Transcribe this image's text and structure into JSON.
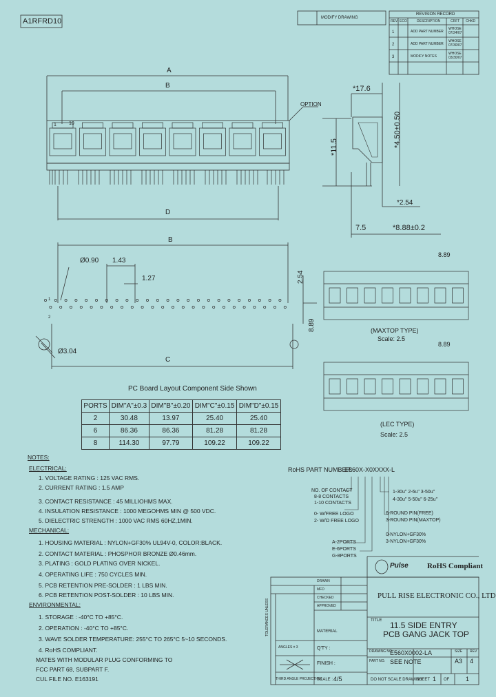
{
  "drawing_id": "A1RFRD10",
  "top_box": {
    "modify_label": "MODIFY DRAWING",
    "revision_record": "REVISION RECORD"
  },
  "revision": {
    "headers": [
      "REV",
      "ECO",
      "DESCRIPTION",
      "CRFT",
      "CHKD"
    ],
    "rows": [
      {
        "rev": "1",
        "desc": "ADD PART NUMBER",
        "crft": "WHOSE",
        "date": "07/24/07"
      },
      {
        "rev": "2",
        "desc": "ADD PART NUMBER",
        "crft": "WHOSE",
        "date": "07/30/07"
      },
      {
        "rev": "3",
        "desc": "MODIFY NOTES",
        "crft": "WHOSE",
        "date": "03/30/07"
      }
    ]
  },
  "dims": {
    "A": "A",
    "B": "B",
    "D": "D",
    "C": "C",
    "B2": "B",
    "one": "1",
    "ten": "10",
    "option": "OPTION",
    "d176": "*17.6",
    "d450": "*4.50±0.50",
    "d115": "*11.5",
    "d254": "*2.54",
    "d75": "7.5",
    "d888": "*8.88±0.2",
    "d090": "Ø0.90",
    "d143": "1.43",
    "d127": "1.27",
    "d254b": "2.54",
    "d889": "8.89",
    "d304": "Ø3.04",
    "d889top": "8.89",
    "d889b": "8.89",
    "two": "2",
    "one_b": "1"
  },
  "view_labels": {
    "maxtop": "(MAXTOP TYPE)",
    "scale1": "Scale: 2.5",
    "lec": "(LEC TYPE)",
    "scale2": "Scale: 2.5"
  },
  "dim_table": {
    "title": "PC Board Layout Component Side Shown",
    "headers": [
      "PORTS",
      "DIM\"A\"±0.3",
      "DIM\"B\"±0.20",
      "DIM\"C\"±0.15",
      "DIM\"D\"±0.15"
    ],
    "rows": [
      [
        "2",
        "30.48",
        "13.97",
        "25.40",
        "25.40"
      ],
      [
        "6",
        "86.36",
        "86.36",
        "81.28",
        "81.28"
      ],
      [
        "8",
        "114.30",
        "97.79",
        "109.22",
        "109.22"
      ]
    ]
  },
  "notes": [
    "NOTES:",
    "ELECTRICAL:",
    "1. VOLTAGE RATING           : 125 VAC RMS.",
    "2. CURRENT RATING           : 1.5 AMP",
    "3. CONTACT RESISTANCE   : 45 MILLIOHMS MAX.",
    "4. INSULATION RESISTANCE : 1000 MEGOHMS MIN @ 500 VDC.",
    "5. DIELECTRIC STRENGTH  : 1000 VAC RMS 60HZ,1MIN.",
    "MECHANICAL:",
    "1. HOUSING MATERIAL : NYLON+GF30% UL94V-0, COLOR:BLACK.",
    "2. CONTACT MATERIAL : PHOSPHOR BRONZE Ø0.46mm.",
    "3. PLATING              : GOLD PLATING OVER NICKEL.",
    "4. OPERATING LIFE   : 750 CYCLES MIN.",
    "5. PCB RETENTION PRE-SOLDER   : 1 LBS MIN.",
    "6. PCB RETENTION POST-SOLDER : 10 LBS MIN.",
    "ENVIRONMENTAL:",
    "1. STORAGE            : -40°C TO +85°C.",
    "2. OPERATION        : -40°C TO +85°C.",
    "3. WAVE SOLDER TEMPERATURE: 255°C TO 265°C 5~10 SECONDS.",
    "4. RoHS COMPLIANT.",
    "MATES WITH MODULAR PLUG CONFORMING TO",
    "FCC PART 68, SUBPART F.",
    "CUL FILE NO. E163191"
  ],
  "part_number": {
    "label": "RoHS PART NUMBER:",
    "value": "E560X-X0XXXX-L",
    "options": [
      "NO. OF CONTACT",
      "8-8 CONTACTS",
      "1-10 CONTACTS",
      "0- W/FREE LOGO",
      "2- W/O FREE LOGO",
      "A-2PORTS",
      "E-6PORTS",
      "G-8PORTS",
      "1-30u\" 2-6u\" 3-50u\"",
      "4-30u\" 5-50u\" 6-25u\"",
      "6-ROUND PIN(FREE)",
      "3-ROUND PIN(MAXTOP)",
      "0-NYLON+GF30%",
      "3-NYLON+GF30%"
    ]
  },
  "title_block": {
    "logo_word": "Pulse",
    "rohs": "RoHS Compliant",
    "company": "PULL RISE ELECTRONIC CO., LTD",
    "title_label": "TITLE",
    "title_line1": "11.5 SIDE ENTRY",
    "title_line2": "PCB GANG JACK TOP",
    "drawing_no_label": "DRAWING NO.",
    "drawing_no": "E560X0002-LA",
    "part_no_label": "PART NO.",
    "part_no": "SEE NOTE",
    "size_label": "SIZE",
    "size": "A3",
    "rev_label": "REV",
    "rev": "4",
    "scale_label": "SCALE :",
    "scale": "4/5",
    "dont_scale": "DO NOT SCALE DRAWING",
    "sheet_label": "SHEET",
    "sheet": "1",
    "of": "OF",
    "sheets": "1",
    "finish_label": "FINISH :",
    "qty_label": "Q'TY :",
    "material_label": "MATERIAL",
    "angles": "ANGLES ± 3",
    "third_angle": "THIRD ANGLE PROJECTION",
    "tolerance_side": "TOLERANCES UNLESS",
    "drawn": "DRAWN",
    "checked": "CHECKED",
    "approved": "APPROVED",
    "mfd": "MFD"
  }
}
